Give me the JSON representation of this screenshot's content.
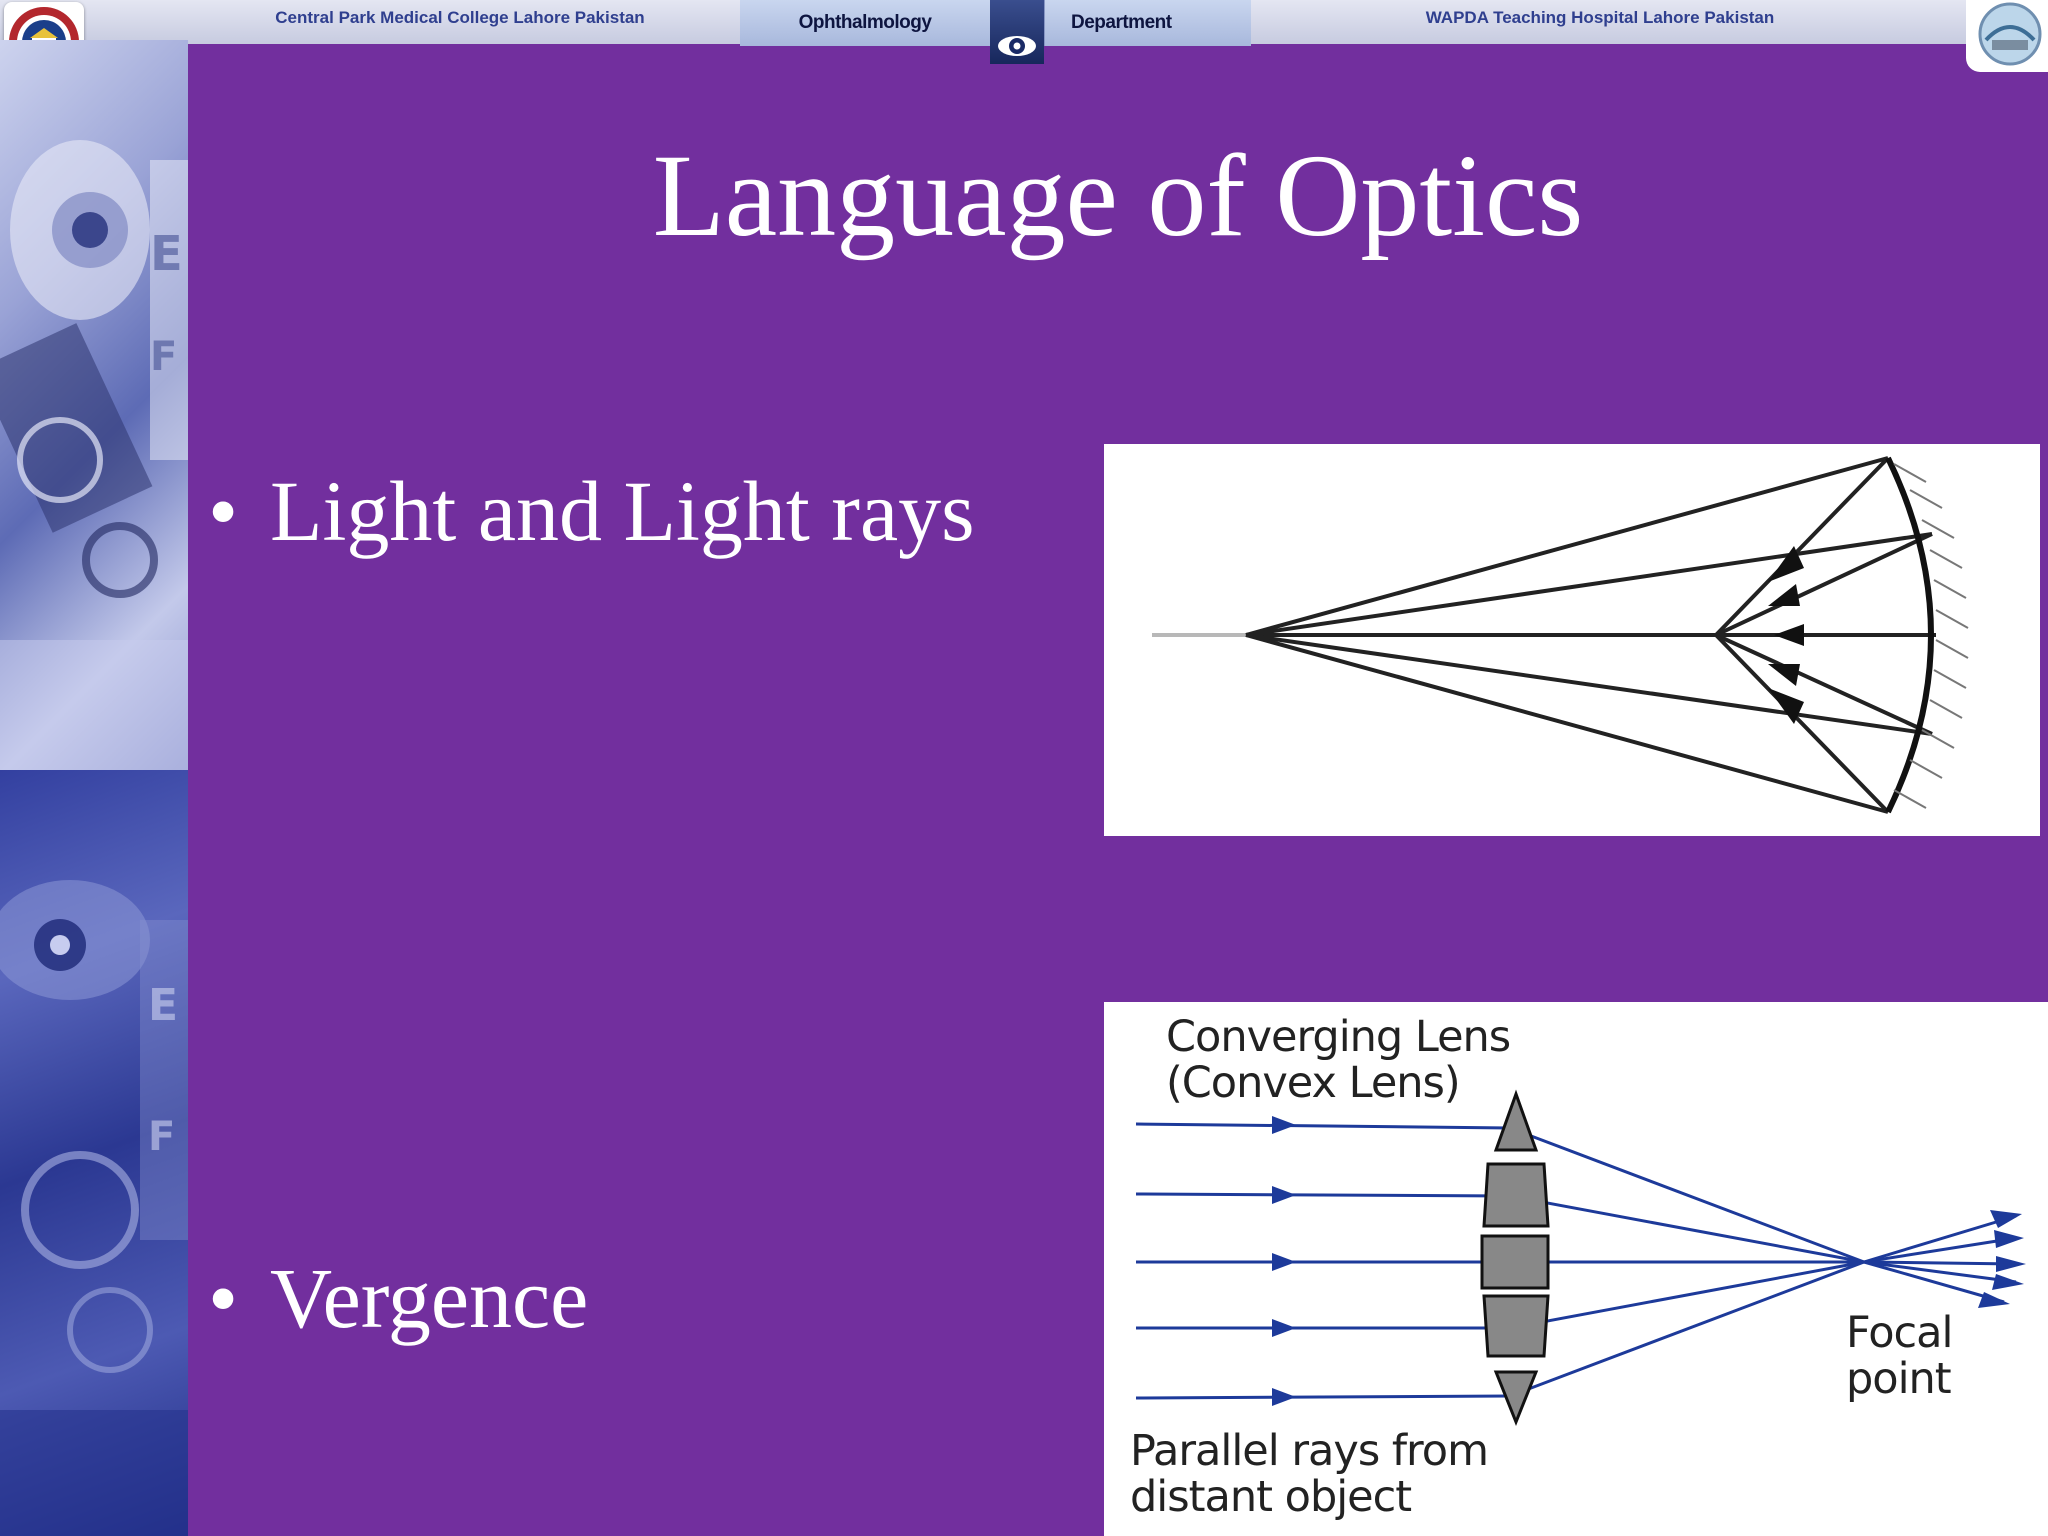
{
  "header": {
    "left_text": "Central Park Medical College Lahore  Pakistan",
    "tab_left": "Ophthalmology",
    "tab_right": "Department",
    "right_text": "WAPDA Teaching Hospital  Lahore Pakistan"
  },
  "slide": {
    "title": "Language of Optics",
    "bullets": [
      "Light and Light rays",
      "Vergence"
    ],
    "bullet_char": "•"
  },
  "lens_diagram": {
    "title_line1": "Converging Lens",
    "title_line2": "(Convex Lens)",
    "focal_line1": "Focal",
    "focal_line2": "point",
    "source_line1": "Parallel rays from",
    "source_line2": "distant object"
  },
  "icons": {
    "eye": "eye-icon",
    "college_logo": "college-logo",
    "hospital_logo": "hospital-logo"
  }
}
